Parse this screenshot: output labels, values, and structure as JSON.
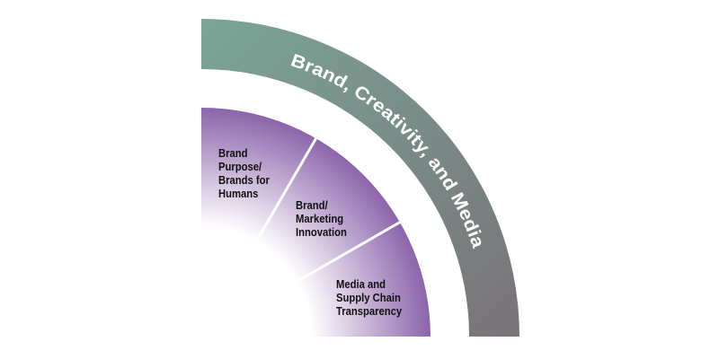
{
  "outer_ring": {
    "title": "Brand, Creativity, and Media"
  },
  "segments": [
    {
      "lines": [
        "Brand",
        "Purpose/",
        "Brands for",
        "Humans"
      ]
    },
    {
      "lines": [
        "Brand/",
        "Marketing",
        "Innovation"
      ]
    },
    {
      "lines": [
        "Media and",
        "Supply Chain",
        "Transparency"
      ]
    }
  ],
  "colors": {
    "ring_start": "#7aa597",
    "ring_end": "#7a7378",
    "segment_outer": "#8c64ab",
    "segment_inner": "#ffffff"
  }
}
